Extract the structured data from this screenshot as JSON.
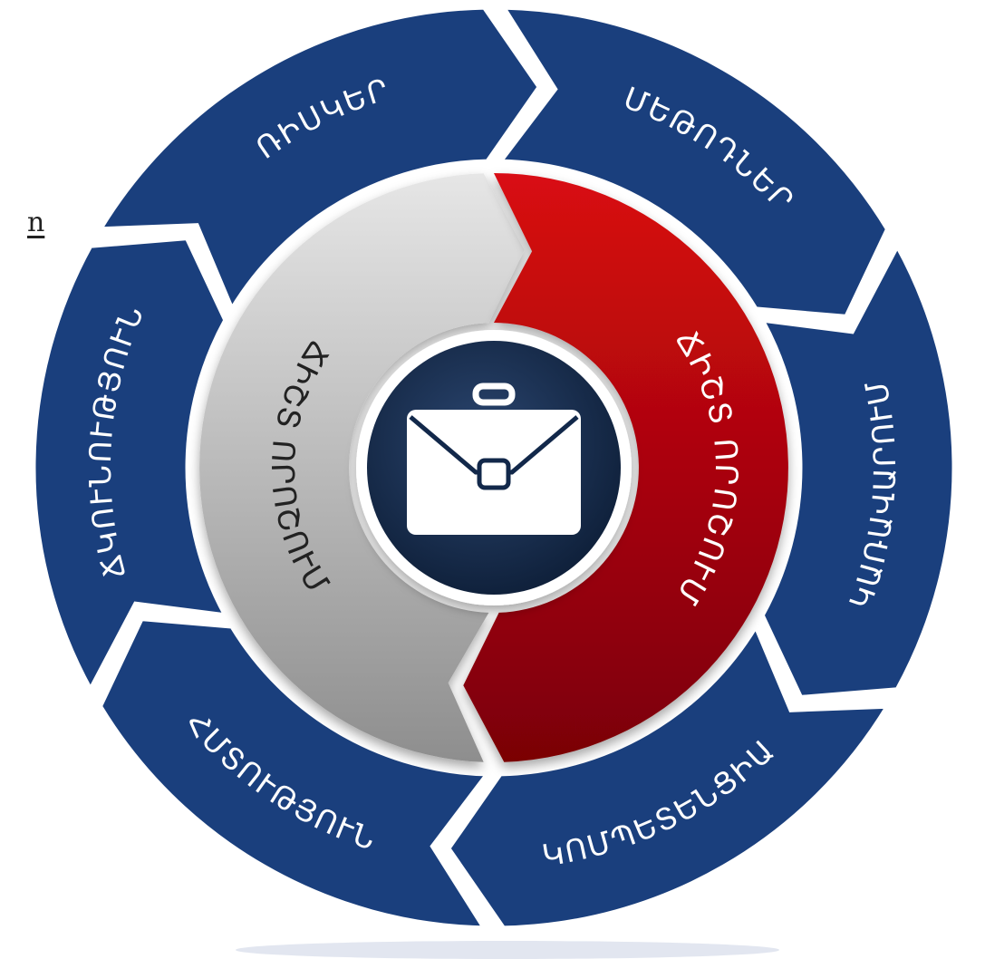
{
  "stray_text": "n",
  "outer_segments": [
    "ՄԵԹՈԴՆԵՐ",
    "ԿԱՌԱՎԱՐՈՒՄ",
    "ԿՈՄՊԵՏԵՆՑԻԱ",
    "ՀՄՏՈՒԹՅՈՒՆ",
    "ՃԿՈՒՆՈՒԹՅՈՒՆ",
    "ՌԻՍԿԵՐ"
  ],
  "inner": {
    "left_label": "ՃԻՇՏ ՈՐՈՇՈՒՄ",
    "right_label": "ՃԻՇՏ ՈՐՈՇՈՒՄ"
  },
  "center_icon": "briefcase-icon",
  "colors": {
    "ring": "#1a3f7d",
    "ring_border": "#ffffff",
    "red_arc": "#c10008",
    "gray_arc": "#b3b3b3",
    "center": "#0f2440"
  }
}
